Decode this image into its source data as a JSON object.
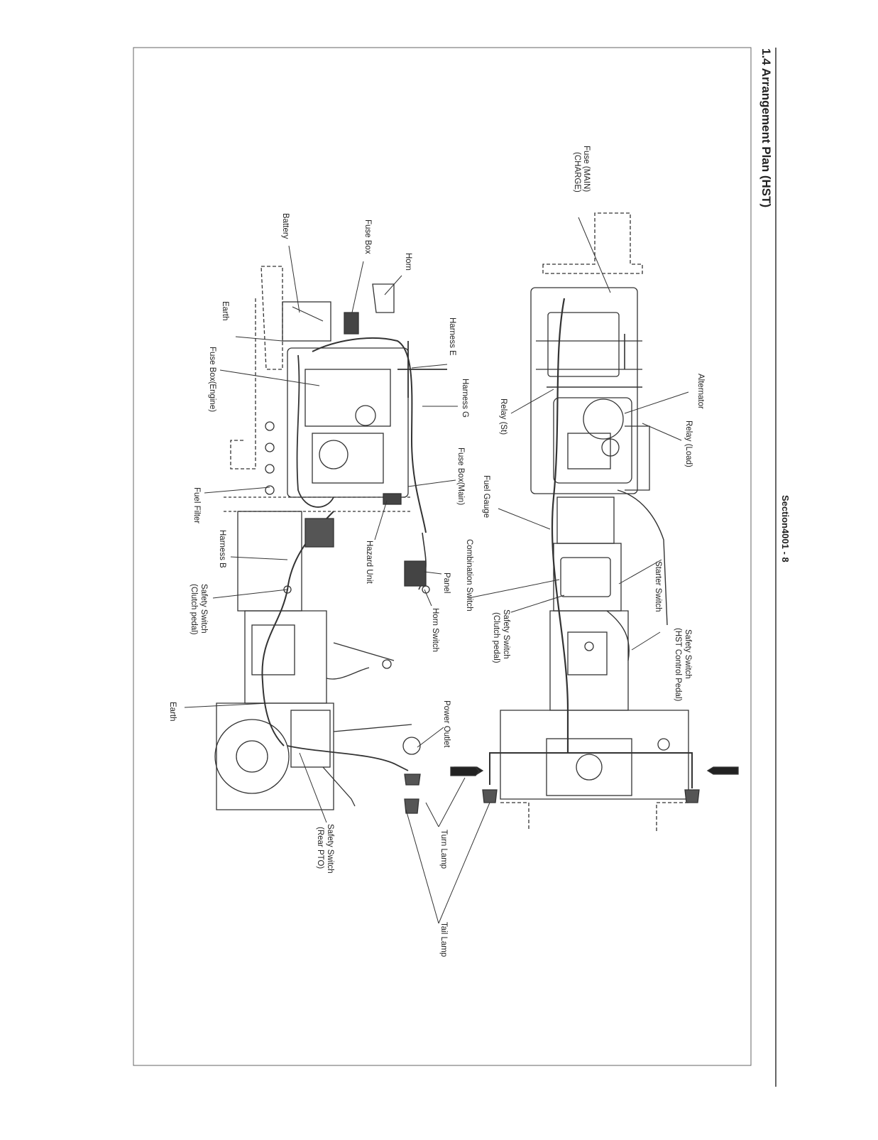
{
  "page": {
    "section_heading": "1.4    Arrangement Plan (HST)",
    "page_number": "Section4001 - 8"
  },
  "labels": {
    "fuse_main_charge_1": "Fuse (MAIN)",
    "fuse_main_charge_2": "(CHARGE)",
    "alternator": "Alternator",
    "relay_load": "Relay (Load)",
    "relay_st": "Relay (St)",
    "fuel_gauge": "Fuel Gauge",
    "starter_switch": "Starter Switch",
    "safety_switch_hst_1": "Safety Switch",
    "safety_switch_hst_2": "(HST Control Pedal)",
    "combination_switch": "Combination Switch",
    "safety_switch_clutch_top_1": "Safety Switch",
    "safety_switch_clutch_top_2": "(Clutch pedal)",
    "battery": "Battery",
    "fuse_box": "Fuse Box",
    "horn": "Horn",
    "harness_e": "Harness E",
    "harness_g": "Harness G",
    "earth_top": "Earth",
    "fuse_box_engine": "Fuse Box(Engine)",
    "fuse_box_main": "Fuse Box(Main)",
    "fuel_filter": "Fuel Filter",
    "hazard_unit": "Hazard Unit",
    "panel": "Panel",
    "horn_switch": "Horn Switch",
    "harness_b": "Harness B",
    "safety_switch_clutch_1": "Safety Switch",
    "safety_switch_clutch_2": "(Clutch pedal)",
    "earth_bottom": "Earth",
    "power_outlet": "Power Outlet",
    "turn_lamp": "Turn Lamp",
    "tail_lamp": "Tail Lamp",
    "safety_switch_pto_1": "Safety Switch",
    "safety_switch_pto_2": "(Rear PTO)"
  }
}
